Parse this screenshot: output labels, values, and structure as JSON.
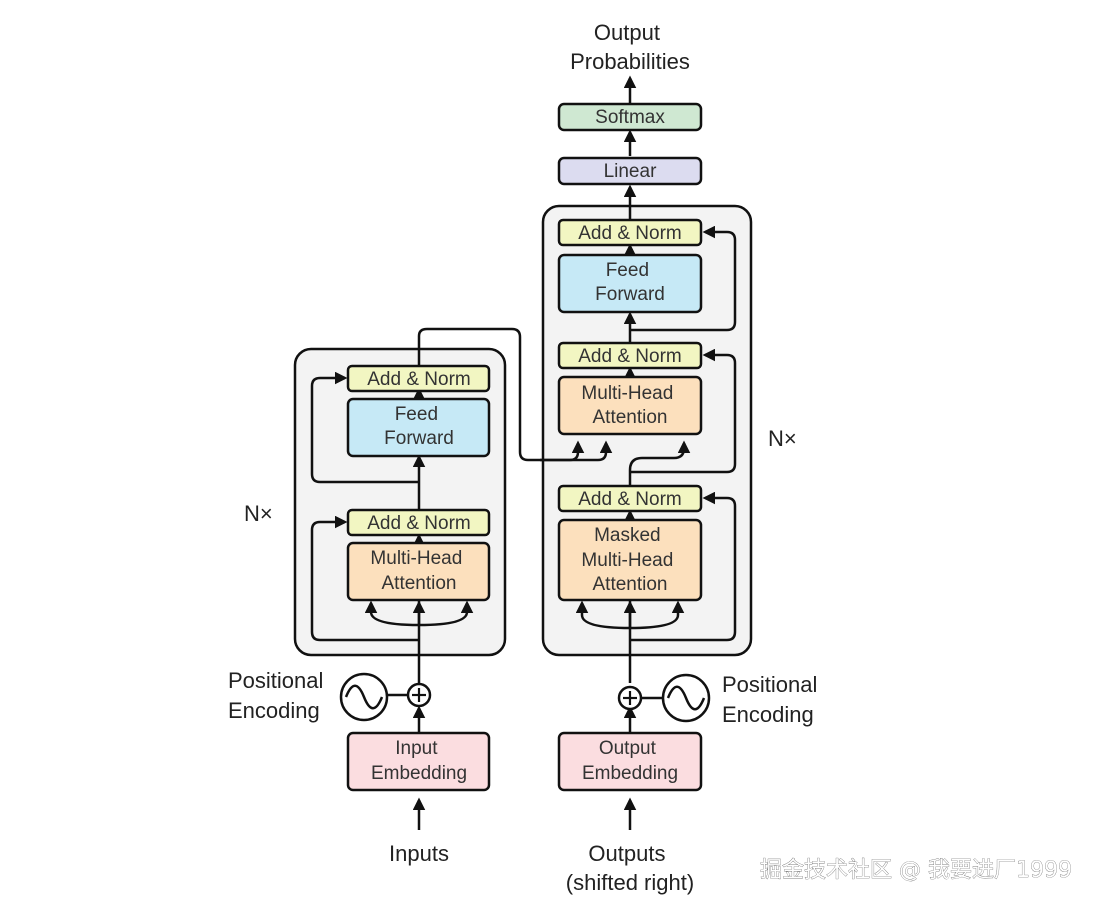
{
  "labels": {
    "output_probabilities": [
      "Output",
      "Probabilities"
    ],
    "softmax": "Softmax",
    "linear": "Linear",
    "add_norm": "Add & Norm",
    "feed_forward": [
      "Feed",
      "Forward"
    ],
    "multi_head_attention": [
      "Multi-Head",
      "Attention"
    ],
    "masked_multi_head_attention": [
      "Masked",
      "Multi-Head",
      "Attention"
    ],
    "nx": "N×",
    "positional_encoding": [
      "Positional",
      "Encoding"
    ],
    "input_embedding": [
      "Input",
      "Embedding"
    ],
    "output_embedding": [
      "Output",
      "Embedding"
    ],
    "inputs": "Inputs",
    "outputs": [
      "Outputs",
      "(shifted right)"
    ],
    "plus": "+",
    "watermark": "掘金技术社区 @ 我要进厂1999"
  },
  "colors": {
    "add_norm": "#f2f6c2",
    "feed_forward": "#c6e9f6",
    "attention": "#fce0bd",
    "embedding": "#fbdde0",
    "softmax": "#cfe8d2",
    "linear": "#dcdcf0",
    "stack_bg": "#f3f3f3",
    "stroke": "#111111"
  }
}
